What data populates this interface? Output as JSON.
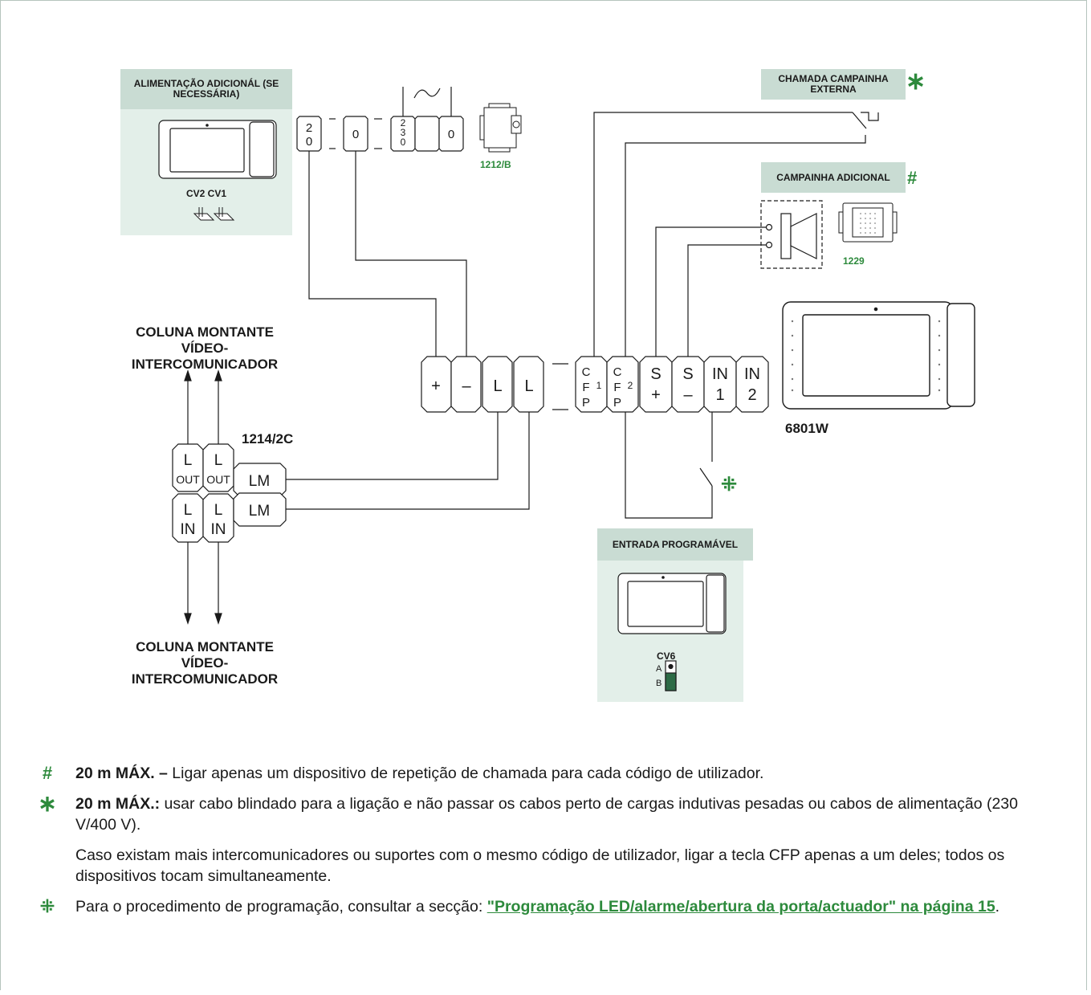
{
  "boxes": {
    "alimentacao": {
      "title": "ALIMENTAÇÃO ADICIONÁL (SE NECESSÁRIA)",
      "switch_labels": "CV2 CV1"
    },
    "chamada": {
      "title": "CHAMADA CAMPAINHA EXTERNA",
      "symbol": "∗"
    },
    "campainha": {
      "title": "CAMPAINHA ADICIONAL",
      "symbol": "#"
    },
    "entrada": {
      "title": "ENTRADA PROGRAMÁVEL",
      "switch_label": "CV6",
      "switch_a": "A",
      "switch_b": "B"
    }
  },
  "codes": {
    "psu": "1212/B",
    "bell": "1229",
    "monitor": "6801W",
    "riser_device": "1214/2C"
  },
  "riser_labels": {
    "top": "COLUNA MONTANTE VÍDEO-INTERCOMUNICADOR",
    "bottom": "COLUNA MONTANTE VÍDEO-INTERCOMUNICADOR"
  },
  "terminals": {
    "supply": [
      "20",
      "0",
      "230",
      "0"
    ],
    "main_left": [
      "+",
      "−",
      "L",
      "L"
    ],
    "main_right": [
      "CFP 1",
      "CFP 2",
      "S +",
      "S −",
      "IN 1",
      "IN 2"
    ],
    "riser_out": [
      "L OUT",
      "L OUT"
    ],
    "riser_in": [
      "L IN",
      "L IN"
    ],
    "riser_lm": [
      "LM",
      "LM"
    ]
  },
  "prog_switch_symbol": "⁜",
  "notes": [
    {
      "marker": "#",
      "bold": "20 m MÁX. –",
      "text": " Ligar apenas um dispositivo de repetição de chamada para cada código de utilizador."
    },
    {
      "marker": "∗",
      "bold": "20 m MÁX.:",
      "text": " usar cabo blindado para a ligação e não passar os cabos perto de cargas indutivas pesadas ou cabos de alimentação (230 V/400 V)."
    },
    {
      "marker": "",
      "bold": "",
      "text": "Caso existam mais intercomunicadores ou suportes com o mesmo código de utilizador, ligar a tecla CFP apenas a um deles; todos os dispositivos tocam simultaneamente."
    },
    {
      "marker": "⁜",
      "bold": "",
      "text": "Para o procedimento de programação, consultar a secção: ",
      "link": "\"Programação LED/alarme/abertura da porta/actuador\" na página 15",
      "tail": "."
    }
  ],
  "colors": {
    "accent": "#2d8a3c",
    "box_bg": "#e3efe9",
    "box_header": "#c9dcd3",
    "line": "#1a1a1a"
  }
}
